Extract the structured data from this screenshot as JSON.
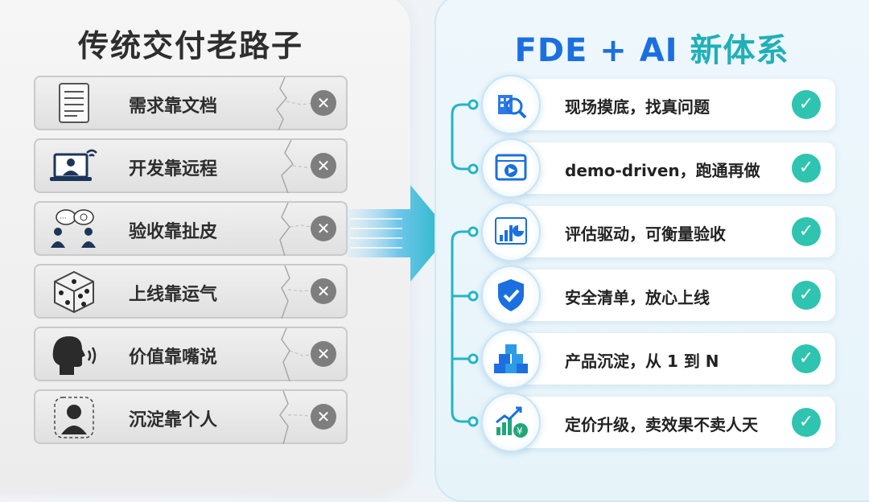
{
  "left": {
    "title": "传统交付老路子",
    "items": [
      {
        "label": "需求靠文档",
        "icon": "document-icon"
      },
      {
        "label": "开发靠远程",
        "icon": "remote-laptop-icon"
      },
      {
        "label": "验收靠扯皮",
        "icon": "argue-people-icon"
      },
      {
        "label": "上线靠运气",
        "icon": "dice-icon"
      },
      {
        "label": "价值靠嘴说",
        "icon": "speaking-head-icon"
      },
      {
        "label": "沉淀靠个人",
        "icon": "person-silhouette-icon"
      }
    ],
    "status_icon": "x-circle-icon"
  },
  "right": {
    "title_part1": "FDE + AI",
    "title_part2": "新体系",
    "items": [
      {
        "label": "现场摸底，找真问题",
        "icon": "building-search-icon"
      },
      {
        "label": "demo-driven，跑通再做",
        "icon": "video-play-icon"
      },
      {
        "label": "评估驱动，可衡量验收",
        "icon": "chart-icon"
      },
      {
        "label": "安全清单，放心上线",
        "icon": "shield-check-icon"
      },
      {
        "label": "产品沉淀，从 1 到 N",
        "icon": "cubes-icon"
      },
      {
        "label": "定价升级，卖效果不卖人天",
        "icon": "growth-yuan-icon"
      }
    ],
    "status_icon": "check-circle-icon"
  },
  "colors": {
    "fde_blue": "#1b6fe0",
    "system_teal": "#20b0b8",
    "check_green": "#2ec4b0",
    "x_gray": "#7e7e7e"
  }
}
